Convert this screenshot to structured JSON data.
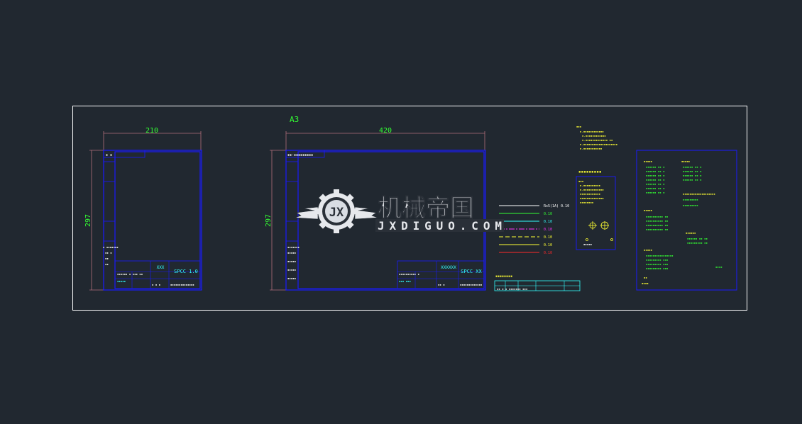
{
  "colors": {
    "background": "#212830",
    "frame": "#ffffff",
    "blue": "#1a1aff",
    "dimension": "#b06d7a",
    "green": "#33ff33",
    "yellow": "#ffff33",
    "cyan": "#33ffff",
    "magenta": "#ff33ff",
    "red": "#ff2a2a",
    "white": "#ffffff"
  },
  "drawings": {
    "a4": {
      "width_dim": "210",
      "height_dim": "297",
      "title_code": "XXX",
      "title_std": "SPCC 1.0"
    },
    "a3": {
      "label": "A3",
      "width_dim": "420",
      "height_dim": "297",
      "title_code": "XXXXXX",
      "title_std": "SPCC XX"
    }
  },
  "line_legend": {
    "items": [
      {
        "label": "Rx5(1A) 0.10",
        "color": "#ffffff",
        "style": "solid"
      },
      {
        "label": "0.10",
        "color": "#33ff33",
        "style": "solid"
      },
      {
        "label": "0.10",
        "color": "#33ffff",
        "style": "solid"
      },
      {
        "label": "0.10",
        "color": "#ff33ff",
        "style": "dashdot"
      },
      {
        "label": "0.10",
        "color": "#ffff33",
        "style": "dash"
      },
      {
        "label": "0.10",
        "color": "#ffff33",
        "style": "solid"
      },
      {
        "label": "0.10",
        "color": "#ff2a2a",
        "style": "solid"
      }
    ]
  },
  "watermark": {
    "badge": "JX",
    "title": "机械帝国",
    "url": "JXDIGUO.COM"
  },
  "icons": [
    "gear-badge-icon",
    "wing-icon",
    "crosshair-symbol-icon"
  ]
}
